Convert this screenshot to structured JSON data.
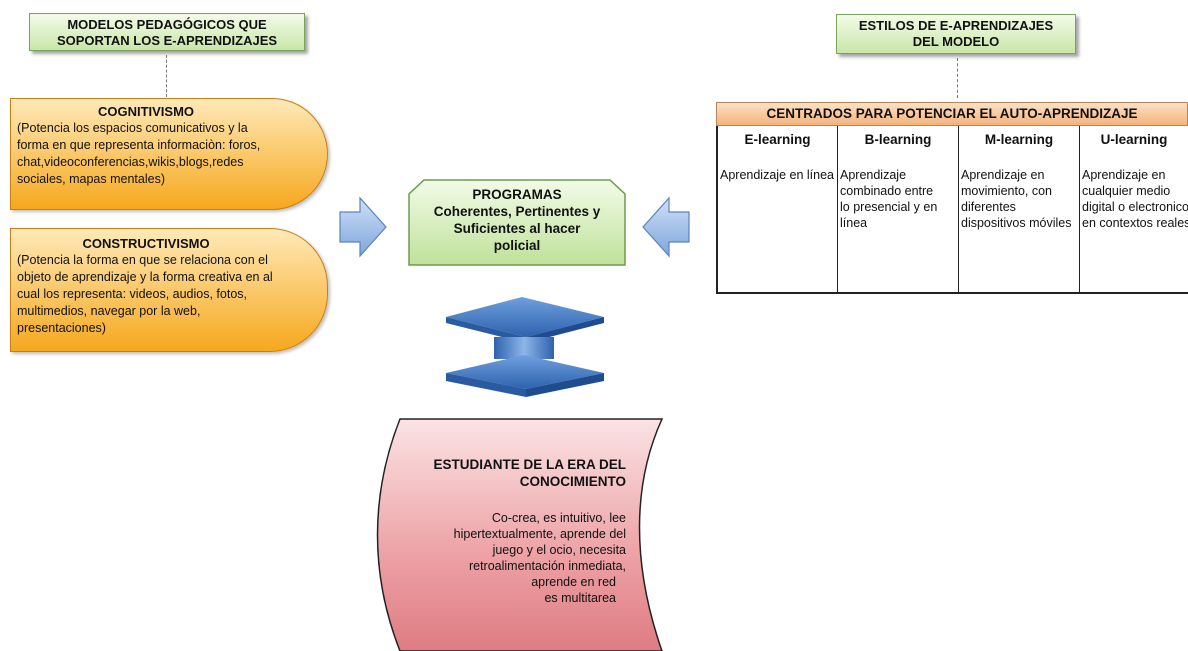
{
  "left_header": {
    "line1": "MODELOS  PEDAGÓGICOS QUE",
    "line2": "SOPORTAN  LOS E-APRENDIZAJES"
  },
  "right_header": {
    "line1": "ESTILOS DE E-APRENDIZAJES",
    "line2": "DEL MODELO"
  },
  "cognitivismo": {
    "title": "COGNITIVISMO",
    "text": "(Potencia los espacios comunicativos y la forma en que representa informaciòn: foros, chat,videoconferencias,wikis,blogs,redes sociales, mapas mentales)"
  },
  "constructivismo": {
    "title": "CONSTRUCTIVISMO",
    "text": "(Potencia la forma en que se relaciona con el objeto de aprendizaje y la forma creativa en al cual los representa: videos, audios, fotos, multimedios, navegar por la web, presentaciones)"
  },
  "programas": {
    "line1": "PROGRAMAS",
    "line2": "Coherentes, Pertinentes y",
    "line3": "Suficientes al hacer",
    "line4": "policial"
  },
  "table": {
    "header": "CENTRADOS PARA POTENCIAR EL AUTO-APRENDIZAJE",
    "columns": [
      {
        "title": "E-learning",
        "text": " Aprendizaje en línea"
      },
      {
        "title": "B-learning",
        "text": " Aprendizaje combinado entre lo presencial y en línea"
      },
      {
        "title": "M-learning",
        "text": " Aprendizaje en movimiento, con diferentes dispositivos móviles"
      },
      {
        "title": "U-learning",
        "text": " Aprendizaje en cualquier medio digital o electronico y en contextos reales"
      }
    ]
  },
  "student": {
    "title1": "ESTUDIANTE DE LA ERA DEL",
    "title2": "CONOCIMIENTO",
    "lines": [
      "Co-crea, es intuitivo, lee",
      "hipertextualmente, aprende del",
      "juego y el ocio, necesita",
      "retroalimentación inmediata,",
      "aprende en   red",
      "es multitarea"
    ]
  },
  "colors": {
    "green": "#c9e6a8",
    "orange": "#f6a81d",
    "arrow_blue": "#8fb3e6",
    "pedestal_blue": "#3a6fb5",
    "student_pink": "#e38b90",
    "table_header": "#f4b27a"
  }
}
